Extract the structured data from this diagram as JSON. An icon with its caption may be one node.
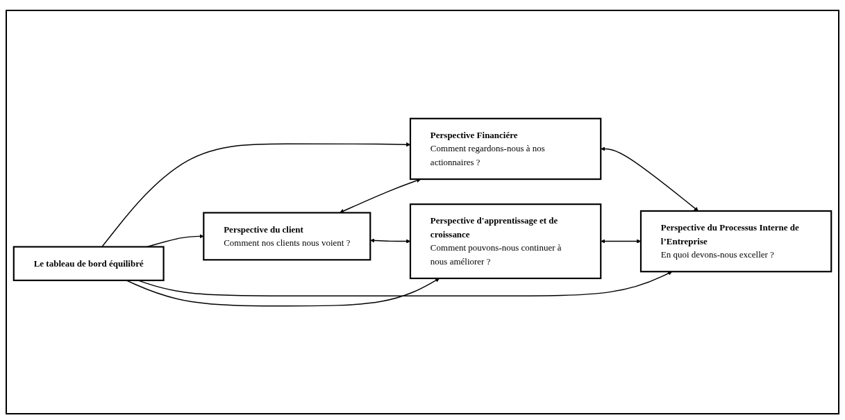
{
  "diagram": {
    "nodes": [
      {
        "text": [
          "Perspective Financiére",
          "Comment regardons-nous à nos actionnaires ?"
        ]
      },
      {
        "text": [
          "Perspective du client",
          "Comment nos clients nous voient ?"
        ]
      },
      {
        "text": [
          "Le tableau de bord équilibré"
        ]
      },
      {
        "text": [
          "Perspective du Processus Interne de l’Entreprise",
          "En quoi devons-nous exceller ?"
        ]
      },
      {
        "text": [
          "Perspective d'apprentissage et de croissance",
          "Comment pouvons-nous continuer à nous améliorer ?"
        ]
      }
    ],
    "edges": [
      {
        "from": 1,
        "to": 0,
        "arrow": "both"
      },
      {
        "from": 0,
        "to": 3,
        "arrow": "both"
      },
      {
        "from": 2,
        "to": 0,
        "arrow": "to"
      },
      {
        "from": 2,
        "to": 1,
        "arrow": "to"
      },
      {
        "from": 2,
        "to": 3,
        "arrow": "to"
      },
      {
        "from": 2,
        "to": 4,
        "arrow": "to"
      },
      {
        "from": 1,
        "to": 4,
        "arrow": "both"
      },
      {
        "from": 4,
        "to": 3,
        "arrow": "both"
      }
    ]
  }
}
